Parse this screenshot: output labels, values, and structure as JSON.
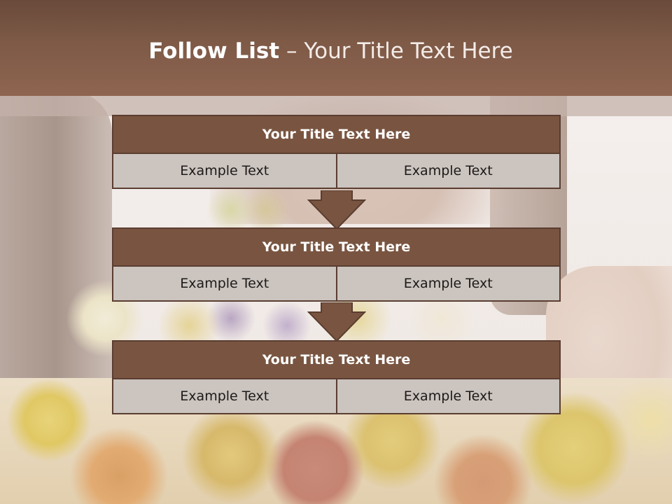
{
  "slide": {
    "title_bold": "Follow List",
    "title_rest": " – Your Title Text Here",
    "colors": {
      "header": "#7e5a47",
      "block_title": "#795541",
      "block_cell": "#cbc4bf",
      "border": "#5a3d30"
    }
  },
  "blocks": [
    {
      "title": "Your Title Text Here",
      "left": "Example Text",
      "right": "Example Text"
    },
    {
      "title": "Your Title Text Here",
      "left": "Example Text",
      "right": "Example Text"
    },
    {
      "title": "Your Title Text Here",
      "left": "Example Text",
      "right": "Example Text"
    }
  ],
  "arrows": [
    "down-arrow-icon",
    "down-arrow-icon"
  ]
}
